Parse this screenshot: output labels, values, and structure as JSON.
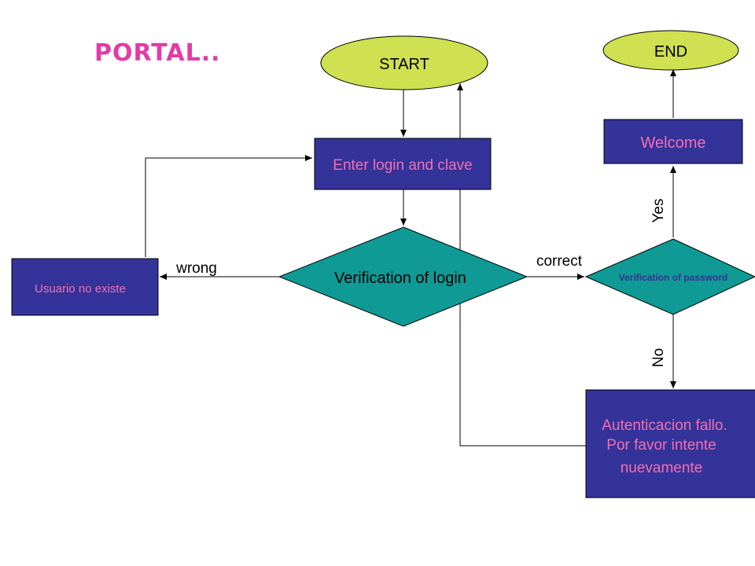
{
  "title": "PORTAL..",
  "colors": {
    "title": "#e23ba8",
    "oval_fill": "#cfe050",
    "box_fill": "#343399",
    "box_text": "#f36fb3",
    "diamond_fill": "#0f9a95",
    "line": "#000000"
  },
  "nodes": {
    "start": "START",
    "end": "END",
    "enter_login": "Enter login and clave",
    "verification_login": "Verification of login",
    "usuario_no_existe": "Usuario no existe",
    "verification_password": "Verification of password",
    "welcome": "Welcome",
    "fail_line1": "Autenticacion fallo.",
    "fail_line2": "Por favor intente",
    "fail_line3": "nuevamente"
  },
  "edge_labels": {
    "wrong": "wrong",
    "correct": "correct",
    "yes": "Yes",
    "no": "No"
  }
}
